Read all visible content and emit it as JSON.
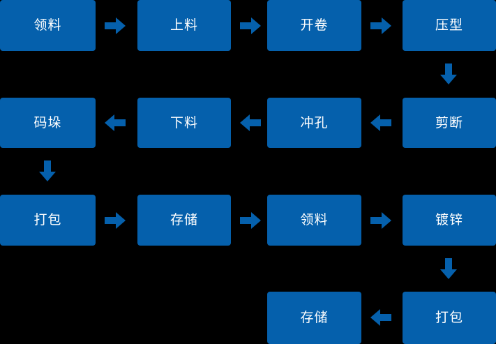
{
  "diagram": {
    "title": "",
    "background_color": "#000000",
    "node_fill_color": "#0560ac",
    "node_text_color": "#ffffff",
    "arrow_color": "#0560ac",
    "flow_direction": "serpentine",
    "nodes": [
      {
        "id": "n1",
        "label": "领料",
        "row": 1,
        "col": 1
      },
      {
        "id": "n2",
        "label": "上料",
        "row": 1,
        "col": 2
      },
      {
        "id": "n3",
        "label": "开卷",
        "row": 1,
        "col": 3
      },
      {
        "id": "n4",
        "label": "压型",
        "row": 1,
        "col": 4
      },
      {
        "id": "n5",
        "label": "码垛",
        "row": 2,
        "col": 1
      },
      {
        "id": "n6",
        "label": "下料",
        "row": 2,
        "col": 2
      },
      {
        "id": "n7",
        "label": "冲孔",
        "row": 2,
        "col": 3
      },
      {
        "id": "n8",
        "label": "剪断",
        "row": 2,
        "col": 4
      },
      {
        "id": "n9",
        "label": "打包",
        "row": 3,
        "col": 1
      },
      {
        "id": "n10",
        "label": "存储",
        "row": 3,
        "col": 2
      },
      {
        "id": "n11",
        "label": "领料",
        "row": 3,
        "col": 3
      },
      {
        "id": "n12",
        "label": "镀锌",
        "row": 3,
        "col": 4
      },
      {
        "id": "n13",
        "label": "存储",
        "row": 4,
        "col": 3
      },
      {
        "id": "n14",
        "label": "打包",
        "row": 4,
        "col": 4
      }
    ],
    "connectors": [
      {
        "id": "a1",
        "from": "n1",
        "to": "n2",
        "direction": "right"
      },
      {
        "id": "a2",
        "from": "n2",
        "to": "n3",
        "direction": "right"
      },
      {
        "id": "a3",
        "from": "n3",
        "to": "n4",
        "direction": "right"
      },
      {
        "id": "a4",
        "from": "n4",
        "to": "n8",
        "direction": "down"
      },
      {
        "id": "a5",
        "from": "n8",
        "to": "n7",
        "direction": "left"
      },
      {
        "id": "a6",
        "from": "n7",
        "to": "n6",
        "direction": "left"
      },
      {
        "id": "a7",
        "from": "n6",
        "to": "n5",
        "direction": "left"
      },
      {
        "id": "a8",
        "from": "n5",
        "to": "n9",
        "direction": "down"
      },
      {
        "id": "a9",
        "from": "n9",
        "to": "n10",
        "direction": "right"
      },
      {
        "id": "a10",
        "from": "n10",
        "to": "n11",
        "direction": "right"
      },
      {
        "id": "a11",
        "from": "n11",
        "to": "n12",
        "direction": "right"
      },
      {
        "id": "a12",
        "from": "n12",
        "to": "n14",
        "direction": "down"
      },
      {
        "id": "a13",
        "from": "n14",
        "to": "n13",
        "direction": "left"
      }
    ]
  }
}
